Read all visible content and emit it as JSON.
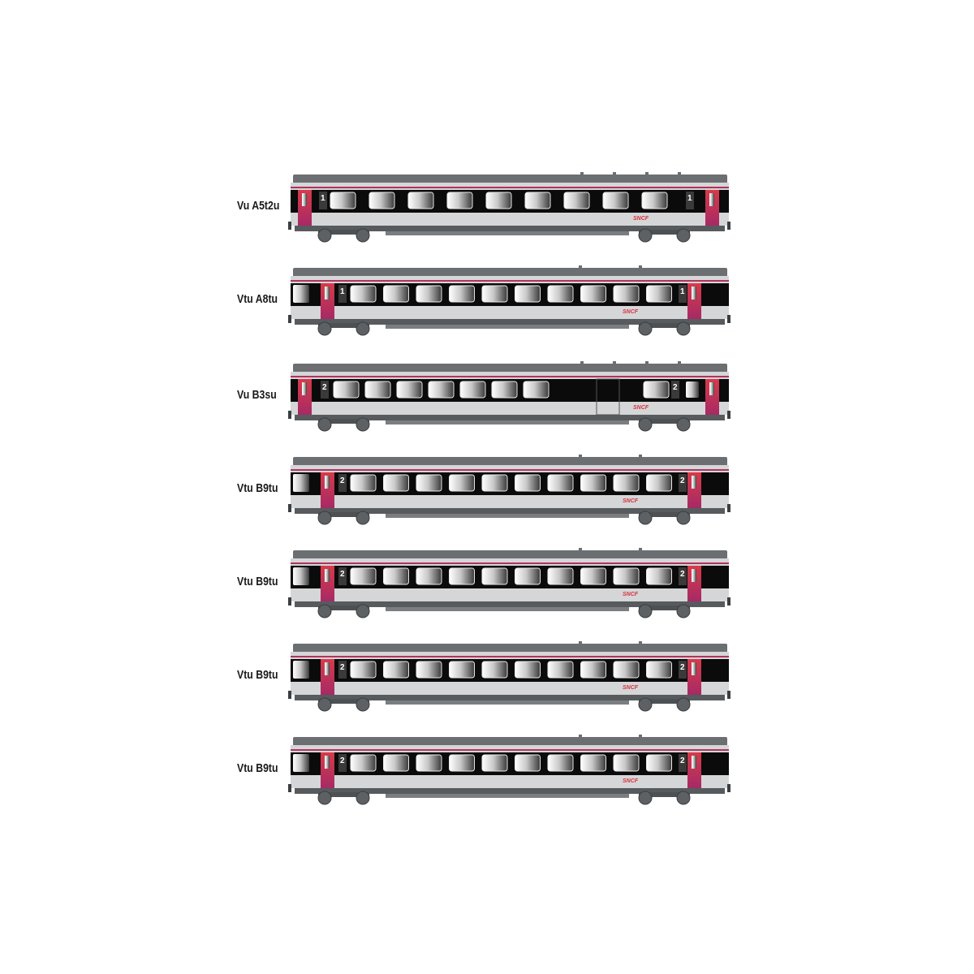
{
  "colors": {
    "roof": "#6c6f71",
    "body": "#d5d6d8",
    "window_band": "#0b0b0b",
    "stripe": "#b3325e",
    "door": "#d23a4c",
    "door_dark": "#a82a62",
    "underframe": "#575b5e",
    "logo": "#d8323c"
  },
  "logo_text": "SNCF",
  "coaches": [
    {
      "label": "Vu A5t2u",
      "style": "end-door",
      "class_number": "1",
      "windows": 9
    },
    {
      "label": "Vtu A8tu",
      "style": "vtu",
      "class_number": "1",
      "windows": 10
    },
    {
      "label": "Vu B3su",
      "style": "baggage",
      "class_number": "2",
      "windows": 7
    },
    {
      "label": "Vtu B9tu",
      "style": "vtu",
      "class_number": "2",
      "windows": 10
    },
    {
      "label": "Vtu B9tu",
      "style": "vtu",
      "class_number": "2",
      "windows": 10
    },
    {
      "label": "Vtu B9tu",
      "style": "vtu",
      "class_number": "2",
      "windows": 10
    },
    {
      "label": "Vtu B9tu",
      "style": "vtu",
      "class_number": "2",
      "windows": 10
    }
  ]
}
